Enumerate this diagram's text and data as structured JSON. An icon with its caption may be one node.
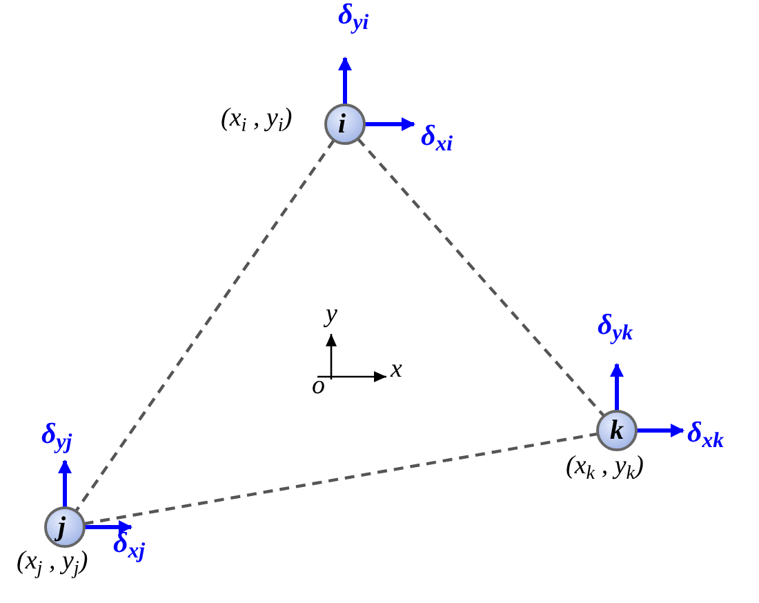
{
  "diagram": {
    "nodes": [
      {
        "text": [
          "i"
        ],
        "beside": [
          "(x$_{i}$ , y$_{i}$)"
        ]
      },
      {
        "text": [
          "j"
        ],
        "beside": [
          "(x$_{j}$ , y$_{j}$)"
        ]
      },
      {
        "text": [
          "k"
        ],
        "beside": [
          "(x$_{k}$ , y$_{k}$)"
        ]
      }
    ],
    "edges": [
      {
        "from": 0,
        "to": 1,
        "arrow": "none",
        "style": "dashed"
      },
      {
        "from": 0,
        "to": 2,
        "arrow": "none",
        "style": "dashed"
      },
      {
        "from": 1,
        "to": 2,
        "arrow": "none",
        "style": "dashed"
      }
    ],
    "labels": [
      "δ$_{yi}$",
      "δ$_{xi}$",
      "y",
      "x",
      "o",
      "δ$_{yk}$",
      "δ$_{xk}$",
      "δ$_{yj}$",
      "δ$_{xj}$"
    ]
  }
}
